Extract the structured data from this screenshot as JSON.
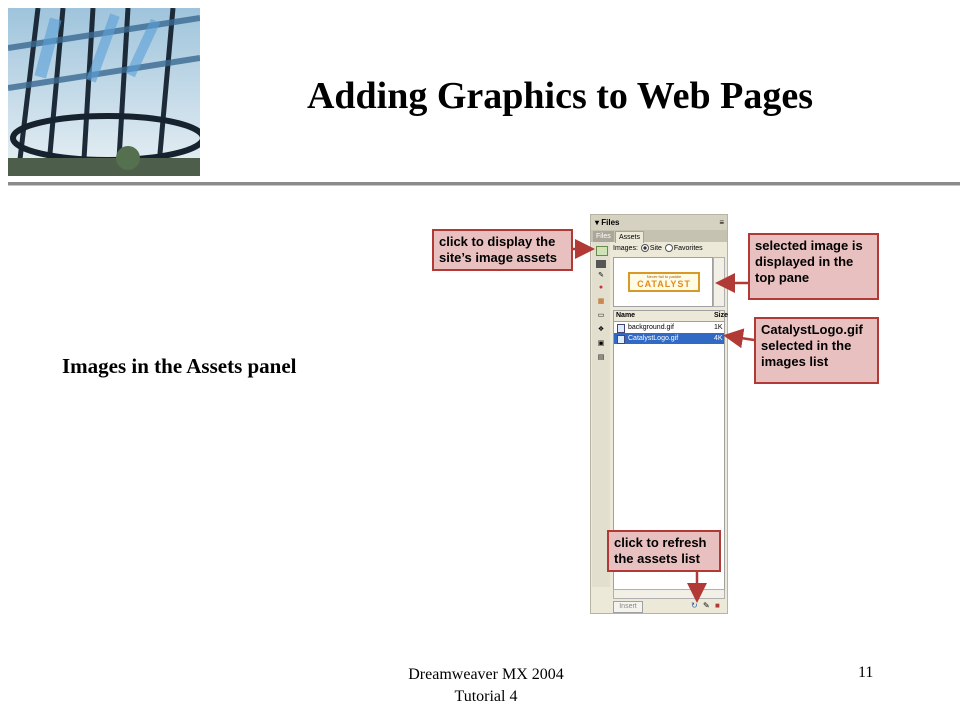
{
  "slide": {
    "title": "Adding Graphics to Web Pages",
    "caption": "Images in the Assets panel",
    "footer": {
      "line1": "Dreamweaver MX 2004",
      "line2": "Tutorial 4",
      "page_number": "11"
    }
  },
  "panel": {
    "title": "▾ Files",
    "tabs": [
      "Files",
      "Assets"
    ],
    "filter_label": "Images:",
    "filter_site": "Site",
    "filter_favorites": "Favorites",
    "preview_logo": {
      "tagline": "Never fail to paddle",
      "name": "CATALYST"
    },
    "list_headers": {
      "name": "Name",
      "size": "Size"
    },
    "files": [
      {
        "name": "background.gif",
        "size": "1K",
        "selected": false
      },
      {
        "name": "CatalystLogo.gif",
        "size": "4K",
        "selected": true
      }
    ],
    "insert_label": "Insert"
  },
  "callouts": {
    "display_assets": "click to display the site’s image assets",
    "selected_image": "selected image is displayed in the top pane",
    "logo_selected": "CatalystLogo.gif selected in the images list",
    "refresh": "click to refresh the assets list"
  },
  "colors": {
    "callout_fill": "#e8c0bf",
    "callout_border": "#b23a36",
    "selection": "#316ac5",
    "logo_orange": "#e28a1d"
  }
}
